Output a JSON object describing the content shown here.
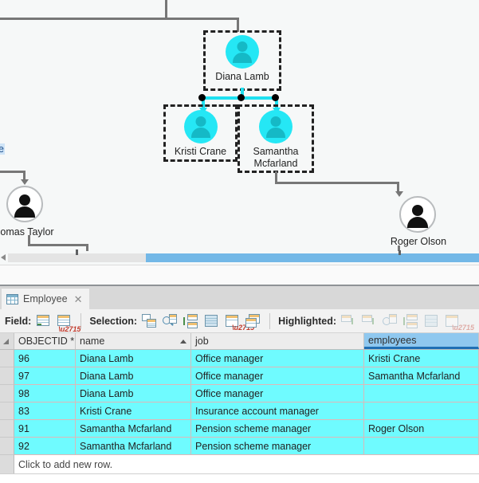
{
  "chart": {
    "title_hint": "organization-chart-canvas",
    "nodes": [
      {
        "id": "diana",
        "label": "Diana Lamb",
        "state": "selected",
        "style": "cyan"
      },
      {
        "id": "kristi",
        "label": "Kristi Crane",
        "state": "selected",
        "style": "cyan"
      },
      {
        "id": "samantha",
        "label": "Samantha Mcfarland",
        "state": "selected",
        "style": "cyan"
      },
      {
        "id": "thomas",
        "label": "omas Taylor",
        "state": "normal",
        "style": "plain"
      },
      {
        "id": "roger",
        "label": "Roger Olson",
        "state": "normal",
        "style": "plain"
      }
    ],
    "clipped_label": "e",
    "selected_edge_color": "#25e7f5",
    "edge_color": "#777777",
    "canvas_background": "#f6f8f8"
  },
  "scrollbar": {
    "name": "horizontal-scrollbar",
    "thumb_color": "#73b8e7",
    "track_color": "#e4e4e4"
  },
  "panel": {
    "tab": {
      "label": "Employee",
      "close_label": "✕"
    },
    "toolbar": {
      "field_label": "Field:",
      "selection_label": "Selection:",
      "highlighted_label": "Highlighted:",
      "field_buttons": [
        {
          "name": "add-field-icon",
          "enabled": true
        },
        {
          "name": "delete-field-icon",
          "enabled": true
        }
      ],
      "selection_buttons": [
        {
          "name": "select-by-attributes-icon",
          "enabled": true
        },
        {
          "name": "zoom-to-selection-icon",
          "enabled": true
        },
        {
          "name": "switch-selection-icon",
          "enabled": true
        },
        {
          "name": "select-all-icon",
          "enabled": true
        },
        {
          "name": "clear-selection-icon",
          "enabled": true
        },
        {
          "name": "delete-selection-icon",
          "enabled": true
        }
      ],
      "highlighted_buttons": [
        {
          "name": "highlight-add-icon",
          "enabled": false
        },
        {
          "name": "highlight-remove-icon",
          "enabled": false
        },
        {
          "name": "zoom-to-highlighted-icon",
          "enabled": false
        },
        {
          "name": "switch-highlighted-icon",
          "enabled": false
        },
        {
          "name": "highlight-all-icon",
          "enabled": false
        },
        {
          "name": "clear-highlighted-icon",
          "enabled": false
        }
      ]
    },
    "grid": {
      "columns": [
        {
          "key": "objectid",
          "label": "OBJECTID *",
          "sorted": false,
          "selected": false
        },
        {
          "key": "name",
          "label": "name",
          "sorted": "asc",
          "selected": false
        },
        {
          "key": "job",
          "label": "job",
          "sorted": false,
          "selected": false
        },
        {
          "key": "employees",
          "label": "employees",
          "sorted": false,
          "selected": true
        }
      ],
      "rows": [
        {
          "objectid": "96",
          "name": "Diana Lamb",
          "job": "Office manager",
          "employees": "Kristi Crane"
        },
        {
          "objectid": "97",
          "name": "Diana Lamb",
          "job": "Office manager",
          "employees": "Samantha Mcfarland"
        },
        {
          "objectid": "98",
          "name": "Diana Lamb",
          "job": "Office manager",
          "employees": ""
        },
        {
          "objectid": "83",
          "name": "Kristi Crane",
          "job": "Insurance account manager",
          "employees": ""
        },
        {
          "objectid": "91",
          "name": "Samantha Mcfarland",
          "job": "Pension scheme manager",
          "employees": "Roger Olson"
        },
        {
          "objectid": "92",
          "name": "Samantha Mcfarland",
          "job": "Pension scheme manager",
          "employees": ""
        }
      ],
      "new_row_text": "Click to add new row.",
      "selected_row_color": "#6ffbff",
      "selected_column_color": "#8fc8ef"
    }
  }
}
